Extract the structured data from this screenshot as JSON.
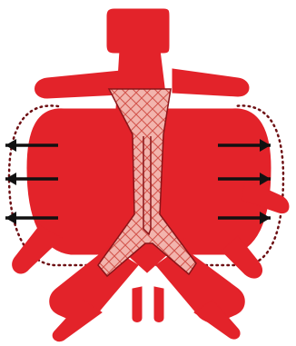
{
  "diagram": {
    "subject": "aortic-aneurysm-stent-graft",
    "colors": {
      "vessel": "#e3232a",
      "stent_fill": "#f2b4ad",
      "stent_mesh": "#d3554d",
      "outline": "#8a1418",
      "arrow": "#111111",
      "sac_outline": "#6e1014",
      "background": "#ffffff"
    },
    "arrows": {
      "left_count": 3,
      "right_count": 3,
      "direction": "outward"
    },
    "labels": []
  }
}
